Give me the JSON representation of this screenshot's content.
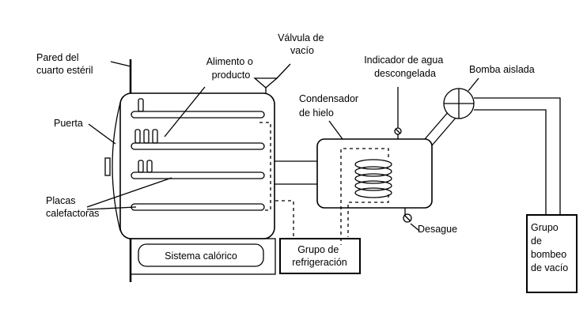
{
  "diagram": {
    "labels": {
      "wall": [
        "Pared del",
        "cuarto estéril"
      ],
      "door": [
        "Puerta"
      ],
      "food": [
        "Alimento o",
        "producto"
      ],
      "valve": [
        "Válvula de",
        "vacío"
      ],
      "plates": [
        "Placas",
        "calefactoras"
      ],
      "condenser": [
        "Condensador",
        "de hielo"
      ],
      "indicator": [
        "Indicador de agua",
        "descongelada"
      ],
      "pump": [
        "Bomba aislada"
      ],
      "drain": [
        "Desague"
      ],
      "heating": [
        "Sistema calórico"
      ],
      "refrigeration": [
        "Grupo de",
        "refrigeración"
      ],
      "vacuum_group": [
        "Grupo",
        "de",
        "bombeo",
        "de vacío"
      ]
    },
    "colors": {
      "stroke": "#000000",
      "background": "#ffffff"
    }
  }
}
